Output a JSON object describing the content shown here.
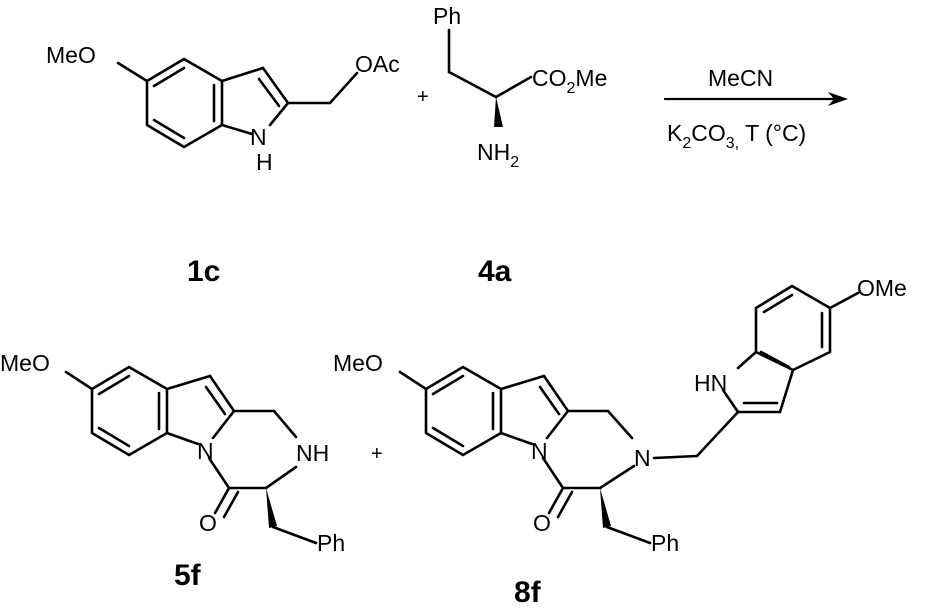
{
  "reactants": {
    "indole_1c": {
      "label": "1c",
      "methoxy": "MeO",
      "acetoxy": "OAc",
      "nh_n": "N",
      "nh_h": "H"
    },
    "ester_4a": {
      "label": "4a",
      "phenyl": "Ph",
      "ester": {
        "co": "CO",
        "sub": "2",
        "me": "Me"
      },
      "amine": {
        "nh": "NH",
        "sub": "2"
      }
    }
  },
  "plus_1": "+",
  "conditions": {
    "solvent": "MeCN",
    "base": {
      "k": "K",
      "k_sub": "2",
      "co": "CO",
      "co_sub": "3,",
      "temp": " T (°C)"
    }
  },
  "products": {
    "product_5f": {
      "label": "5f",
      "methoxy": "MeO",
      "nh": "NH",
      "oxygen": "O",
      "phenyl": "Ph"
    },
    "product_8f": {
      "label": "8f",
      "methoxy": "MeO",
      "methoxy_2": "OMe",
      "hn": "HN",
      "nitrogen": "N",
      "oxygen": "O",
      "phenyl": "Ph"
    }
  },
  "plus_2": "+"
}
